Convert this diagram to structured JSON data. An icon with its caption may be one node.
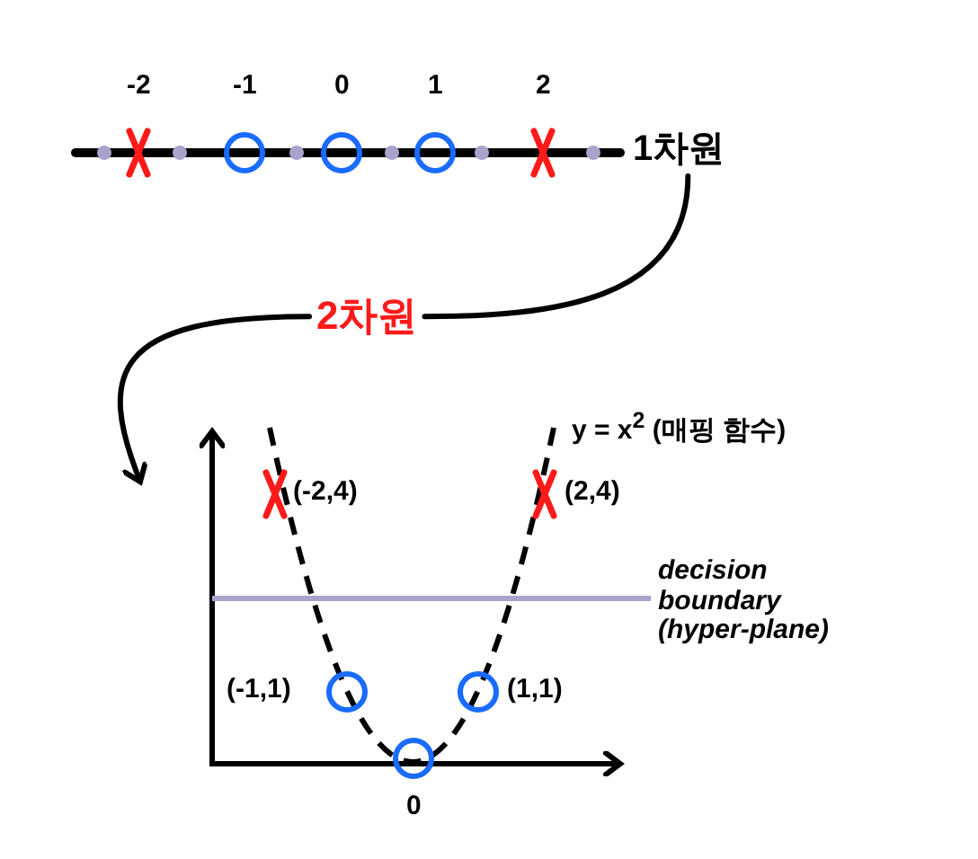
{
  "diagram": {
    "nodes": [
      {
        "text": [
          "1차원"
        ]
      },
      {
        "text": [
          "2차원"
        ]
      }
    ],
    "edges": [
      {
        "from": 0,
        "to": 1,
        "arrow": "none"
      },
      {
        "from": 1,
        "to": null,
        "arrow": "to"
      }
    ],
    "labels": [
      "-2",
      "-1",
      "0",
      "1",
      "2",
      "y = x$^{2}$ (매핑 함수)",
      "(-2,4)",
      "(2,4)",
      "decision boundary (hyper-plane)",
      "(-1,1)",
      "(1,1)",
      "0"
    ]
  }
}
